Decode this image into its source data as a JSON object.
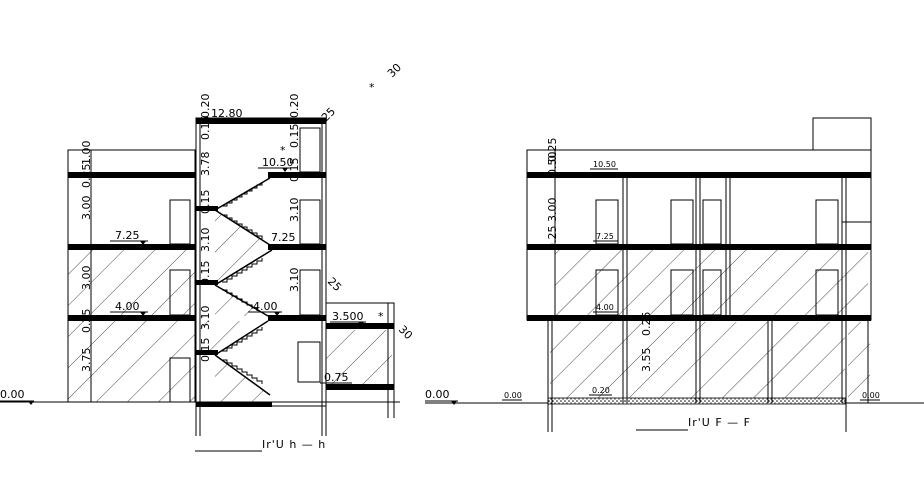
{
  "section_left": {
    "title": "Ir'U h  —  h",
    "ground_level": "0.00",
    "levels": [
      "4.00",
      "7.25",
      "10.50",
      "3.500",
      "0.75",
      "12.80",
      "4.00",
      "7.25"
    ],
    "vertical_dims_a": [
      "3.75",
      "0.25",
      "3.00",
      "3.00",
      "0.25",
      "1.00"
    ],
    "vertical_dims_b": [
      "0.15",
      "3.78",
      "0.15",
      "3.10",
      "0.15",
      "3.10",
      "0.15"
    ],
    "vertical_dims_c": [
      "0.20",
      "0.15",
      "3.10",
      "3.10",
      "0.15",
      "0.20",
      "0.25"
    ],
    "angle_labels": [
      "30",
      "25",
      "25",
      "30"
    ]
  },
  "section_right": {
    "title": "Ir'U  F  —  F",
    "ground_level": "0.00",
    "ground_level_right": "0.00",
    "ground_level_left": "0.00",
    "levels": [
      "10.50",
      "7.25",
      "4.00",
      "0.20"
    ],
    "vertical_dims": [
      "0.25",
      "3.00",
      "0.25",
      "3.55",
      "0.25",
      "0.50"
    ]
  }
}
